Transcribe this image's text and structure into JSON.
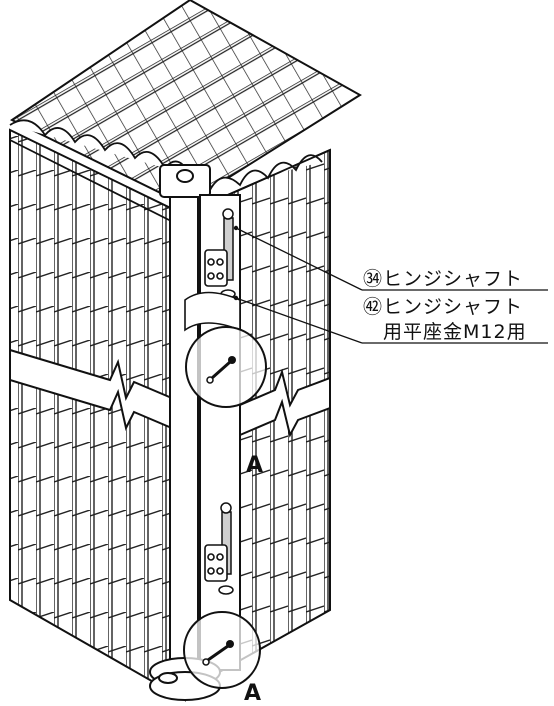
{
  "callouts": [
    {
      "number": "㉞",
      "text": "ヒンジシャフト"
    },
    {
      "number": "㊷",
      "text": "ヒンジシャフト",
      "text2": "用平座金M12用"
    }
  ],
  "detail_marks": [
    "A",
    "A"
  ]
}
